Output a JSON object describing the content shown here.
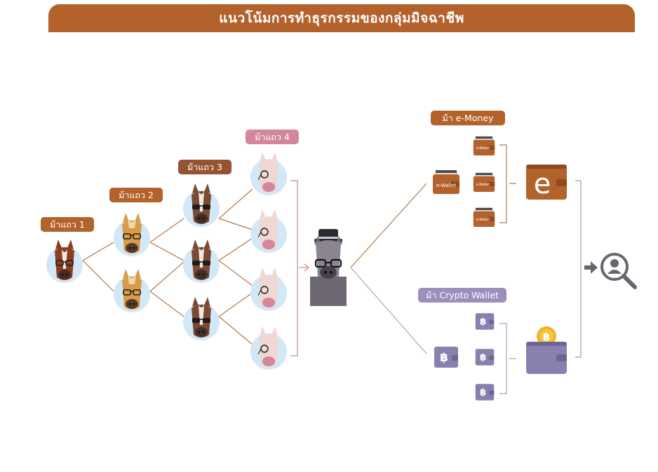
{
  "title": "แนวโน้มการทำธุรกรรมของกลุ่มมิจฉาชีพ",
  "tiers": [
    {
      "label": "ม้าแถว 1"
    },
    {
      "label": "ม้าแถว 2"
    },
    {
      "label": "ม้าแถว 3"
    },
    {
      "label": "ม้าแถว 4"
    }
  ],
  "emoney": {
    "label": "ม้า e-Money",
    "wallet_text": "e-Wallet",
    "hub_letter": "e"
  },
  "crypto": {
    "label": "ม้า Crypto Wallet",
    "coin_symbol": "฿"
  },
  "colors": {
    "brown": "#b3622c",
    "purple": "#8a80b0",
    "pink": "#d4879a",
    "icon_gray": "#6b6470",
    "line_brown": "#b5784a",
    "line_purple": "#a9a2c4"
  },
  "icons": [
    "horse-tier1-icon",
    "horse-tier2-icon",
    "horse-tier3-icon",
    "horse-tier4-icon",
    "boss-horse-icon",
    "e-wallet-icon",
    "crypto-wallet-icon",
    "bitcoin-coin-icon",
    "arrow-right-icon",
    "magnifier-person-icon"
  ]
}
